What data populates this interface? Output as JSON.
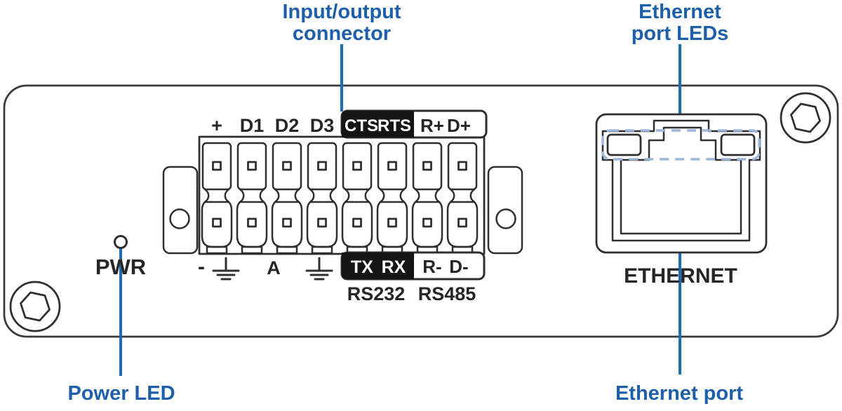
{
  "colors": {
    "annotation_text": "#1d5fa8",
    "leader_line": "#1f6cb5",
    "led_highlight": "#9db7d8",
    "black_box": "#151515"
  },
  "callouts": {
    "io_connector_line1": "Input/output",
    "io_connector_line2": "connector",
    "eth_leds_line1": "Ethernet",
    "eth_leds_line2": "port LEDs",
    "power_led": "Power LED",
    "ethernet_port": "Ethernet port"
  },
  "panel": {
    "power_led_label": "PWR",
    "ethernet_label": "ETHERNET"
  },
  "io_connector": {
    "top_row": [
      "+",
      "D1",
      "D2",
      "D3"
    ],
    "serial_top": [
      "CTS",
      "RTS"
    ],
    "rs485_top": [
      "R+",
      "D+"
    ],
    "bottom_minus": "-",
    "bottom_a": "A",
    "serial_bottom": [
      "TX",
      "RX"
    ],
    "rs485_bottom": [
      "R-",
      "D-"
    ],
    "serial_standard": "RS232",
    "rs485_standard": "RS485"
  }
}
